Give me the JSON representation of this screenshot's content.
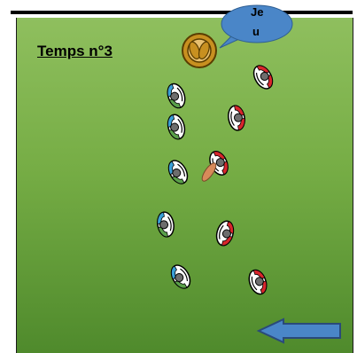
{
  "title": "Temps n°3",
  "speech_bubble": {
    "line1": "Je",
    "line2": "u"
  },
  "colors": {
    "field_top": "#8fbf5e",
    "field_bottom": "#4f8a2c",
    "team_blue": "#3aa0d8",
    "team_red": "#d8262c",
    "bubble": "#4a86c8",
    "arrow": "#4a86c8",
    "ball": "#d88a5a",
    "coach": "#c89020"
  },
  "icons": [
    "coach-icon",
    "speech-bubble-icon",
    "blue-player-icon",
    "red-player-icon",
    "ball-icon",
    "direction-arrow-icon"
  ]
}
